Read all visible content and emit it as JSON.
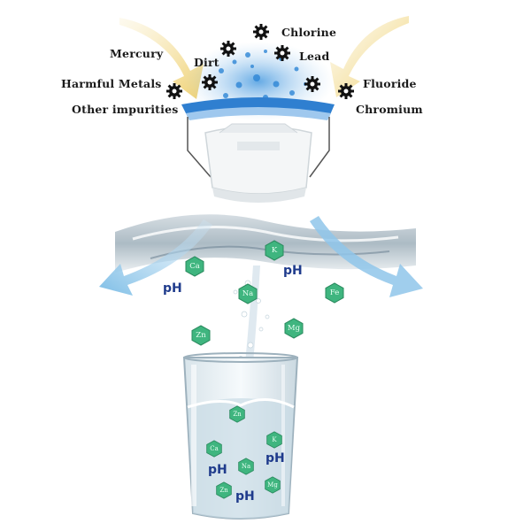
{
  "contaminants": {
    "mercury": "Mercury",
    "dirt": "Dirt",
    "chlorine": "Chlorine",
    "lead": "Lead",
    "harmful_metals": "Harmful Metals",
    "fluoride": "Fluoride",
    "other_impurities": "Other impurities",
    "chromium": "Chromium"
  },
  "minerals": {
    "ca": "Ca",
    "k": "K",
    "na": "Na",
    "fe": "Fe",
    "zn": "Zn",
    "mg": "Mg"
  },
  "ph_label": "pH",
  "colors": {
    "arrow_gold": "#f3d98a",
    "arrow_blue": "#8fc6ea",
    "mineral_green": "#3fb57f",
    "ph_text": "#1f3b8c",
    "filter_blue": "#2f7fd0"
  },
  "icons": [
    "contaminant-gear-icon",
    "mineral-hexagon-icon",
    "arrow-icon"
  ]
}
